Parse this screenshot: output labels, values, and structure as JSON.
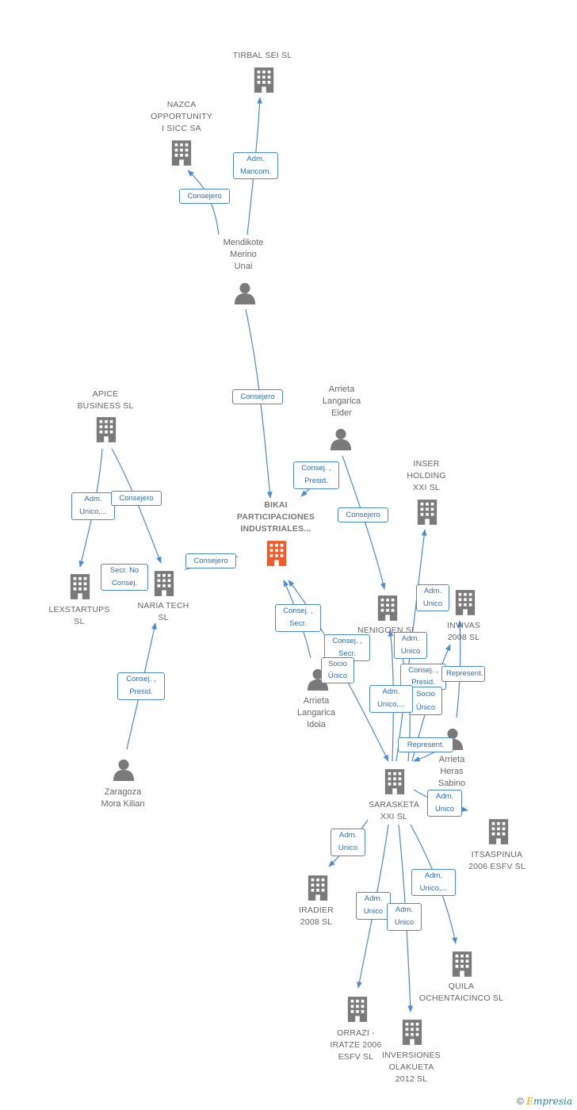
{
  "colors": {
    "edge": "#4a8ad8",
    "company_icon": "#7a7a7a",
    "focus_icon": "#f05a28",
    "person_icon": "#7a7a7a"
  },
  "nodes": [
    {
      "id": "tirbal",
      "type": "company",
      "label": "TIRBAL SEI  SL"
    },
    {
      "id": "nazca",
      "type": "company",
      "label": "NAZCA\nOPPORTUNITY\nI SICC SA"
    },
    {
      "id": "mendikote",
      "type": "person",
      "label": "Mendikote\nMerino\nUnai"
    },
    {
      "id": "apice",
      "type": "company",
      "label": "APICE\nBUSINESS  SL"
    },
    {
      "id": "bikai",
      "type": "focus",
      "label": "BIKAI\nPARTICIPACIONES\nINDUSTRIALES..."
    },
    {
      "id": "eider",
      "type": "person",
      "label": "Arrieta\nLangarica\nEider"
    },
    {
      "id": "inser",
      "type": "company",
      "label": "INSER\nHOLDING\nXXI SL"
    },
    {
      "id": "lexstartups",
      "type": "company",
      "label": "LEXSTARTUPS\nSL"
    },
    {
      "id": "naria",
      "type": "company",
      "label": "NARIA TECH\nSL"
    },
    {
      "id": "nenigoen",
      "type": "company",
      "label": "NENIGOEN SL"
    },
    {
      "id": "invivas",
      "type": "company",
      "label": "INVIVAS\n2008 SL"
    },
    {
      "id": "idoia",
      "type": "person",
      "label": "Arrieta\nLangarica\nIdoia"
    },
    {
      "id": "sabino",
      "type": "person",
      "label": "Arrieta\nHeras\nSabino"
    },
    {
      "id": "zaragoza",
      "type": "person",
      "label": "Zaragoza\nMora Kilian"
    },
    {
      "id": "sarasketa",
      "type": "company",
      "label": "SARASKETA\nXXI SL"
    },
    {
      "id": "itsaspinua",
      "type": "company",
      "label": "ITSASPINUA\n2006 ESFV SL"
    },
    {
      "id": "iradier",
      "type": "company",
      "label": "IRADIER\n2008 SL"
    },
    {
      "id": "quila",
      "type": "company",
      "label": "QUILA\nOCHENTAICINCO SL"
    },
    {
      "id": "orrazi",
      "type": "company",
      "label": "ORRAZI -\nIRATZE 2006\nESFV SL"
    },
    {
      "id": "inversiones",
      "type": "company",
      "label": "INVERSIONES\nOLAKUETA\n2012 SL"
    }
  ],
  "edge_labels": [
    {
      "id": "mendikote-tirbal",
      "text": "Adm.\nMancom."
    },
    {
      "id": "mendikote-nazca",
      "text": "Consejero"
    },
    {
      "id": "mendikote-bikai",
      "text": "Consejero"
    },
    {
      "id": "eider-bikai",
      "text": "Consej. ,\nPresid."
    },
    {
      "id": "eider-nenigoen",
      "text": "Consejero"
    },
    {
      "id": "apice-lexstartups",
      "text": "Adm.\nUnico,..."
    },
    {
      "id": "apice-naria",
      "text": "Consejero"
    },
    {
      "id": "naria-bikai",
      "text": "Consejero"
    },
    {
      "id": "naria-secr",
      "text": "Secr.  No\nConsej."
    },
    {
      "id": "zaragoza-naria",
      "text": "Consej. ,\nPresid."
    },
    {
      "id": "idoia-bikai",
      "text": "Consej. ,\nSecr."
    },
    {
      "id": "idoia-nenigoen",
      "text": "Consej. ,\nSecr."
    },
    {
      "id": "idoia-socio",
      "text": "Socio\nÚnico"
    },
    {
      "id": "sarasketa-inser",
      "text": "Adm.\nUnico"
    },
    {
      "id": "sarasketa-nenigoen",
      "text": "Adm.\nUnico"
    },
    {
      "id": "sabino-nenigoen",
      "text": "Consej. ,\nPresid."
    },
    {
      "id": "sabino-invivas",
      "text": "Represent."
    },
    {
      "id": "sarasketa-socio",
      "text": "Socio\nÚnico"
    },
    {
      "id": "sarasketa-adm",
      "text": "Adm.\nUnico,..."
    },
    {
      "id": "sabino-sarasketa",
      "text": "Represent."
    },
    {
      "id": "sarasketa-itsaspinua",
      "text": "Adm.\nUnico"
    },
    {
      "id": "sarasketa-iradier",
      "text": "Adm.\nUnico"
    },
    {
      "id": "sarasketa-quila",
      "text": "Adm.\nUnico,..."
    },
    {
      "id": "sarasketa-orrazi",
      "text": "Adm.\nUnico"
    },
    {
      "id": "sarasketa-inversiones",
      "text": "Adm.\nUnico"
    }
  ],
  "watermark": {
    "symbol": "©",
    "brand_initial": "E",
    "brand_rest": "mpresia"
  }
}
